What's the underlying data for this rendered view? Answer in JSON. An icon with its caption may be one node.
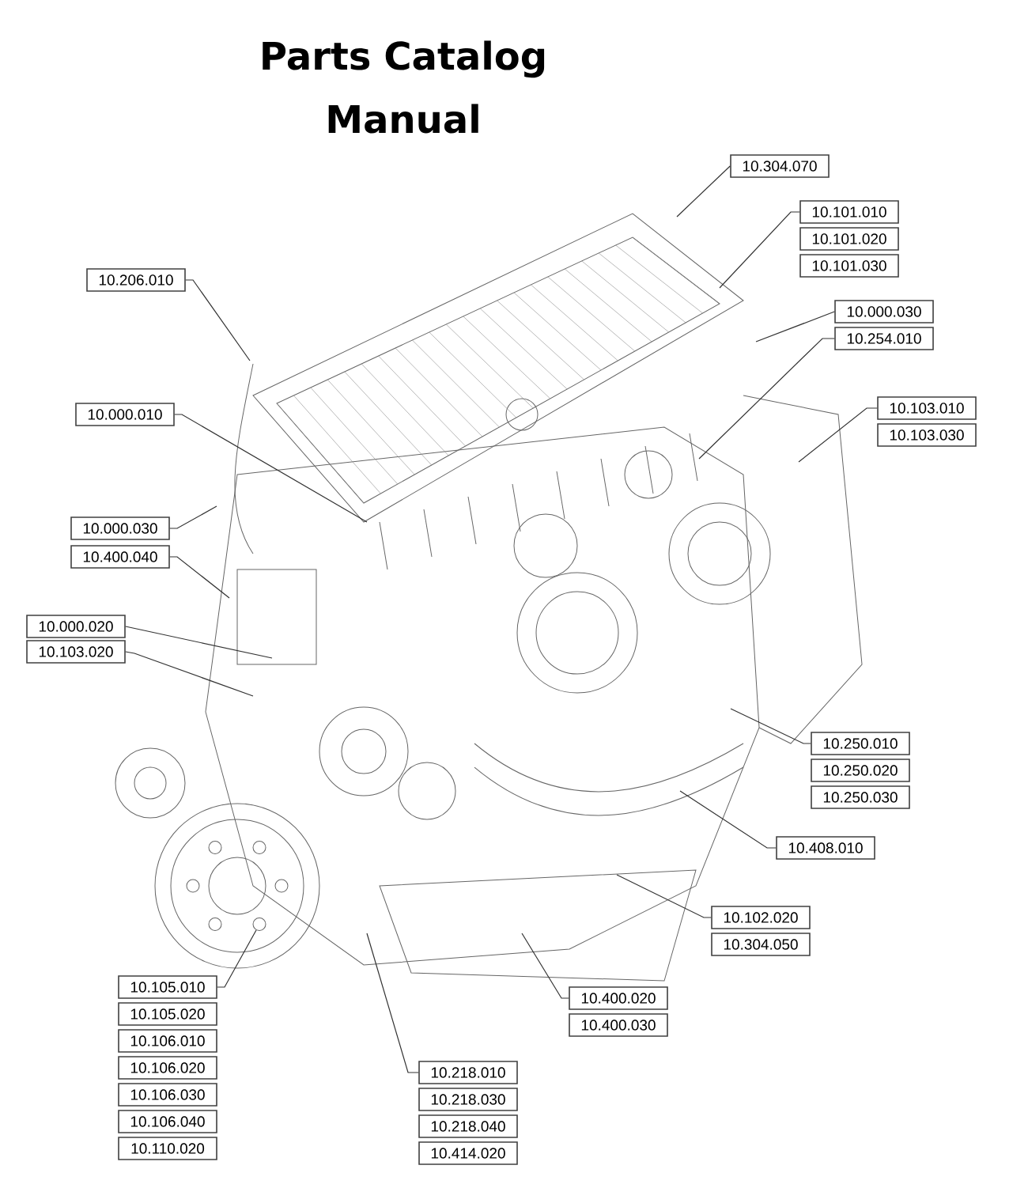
{
  "diagram": {
    "title": "Parts Catalog Manual",
    "nodes": [
      {
        "text": [
          "10.304.070"
        ]
      },
      {
        "text": [
          "10.101.010"
        ]
      },
      {
        "text": [
          "10.101.020"
        ]
      },
      {
        "text": [
          "10.101.030"
        ]
      },
      {
        "text": [
          "10.206.010"
        ]
      },
      {
        "text": [
          "10.000.030"
        ]
      },
      {
        "text": [
          "10.254.010"
        ]
      },
      {
        "text": [
          "10.103.010"
        ]
      },
      {
        "text": [
          "10.103.030"
        ]
      },
      {
        "text": [
          "10.000.010"
        ]
      },
      {
        "text": [
          "10.000.030"
        ]
      },
      {
        "text": [
          "10.400.040"
        ]
      },
      {
        "text": [
          "10.000.020"
        ]
      },
      {
        "text": [
          "10.103.020"
        ]
      },
      {
        "text": [
          "10.250.010"
        ]
      },
      {
        "text": [
          "10.250.020"
        ]
      },
      {
        "text": [
          "10.250.030"
        ]
      },
      {
        "text": [
          "10.408.010"
        ]
      },
      {
        "text": [
          "10.102.020"
        ]
      },
      {
        "text": [
          "10.304.050"
        ]
      },
      {
        "text": [
          "10.105.010"
        ]
      },
      {
        "text": [
          "10.105.020"
        ]
      },
      {
        "text": [
          "10.106.010"
        ]
      },
      {
        "text": [
          "10.106.020"
        ]
      },
      {
        "text": [
          "10.106.030"
        ]
      },
      {
        "text": [
          "10.106.040"
        ]
      },
      {
        "text": [
          "10.110.020"
        ]
      },
      {
        "text": [
          "10.218.010"
        ]
      },
      {
        "text": [
          "10.218.030"
        ]
      },
      {
        "text": [
          "10.218.040"
        ]
      },
      {
        "text": [
          "10.414.020"
        ]
      },
      {
        "text": [
          "10.400.020"
        ]
      },
      {
        "text": [
          "10.400.030"
        ]
      }
    ],
    "edges": [
      {
        "from": 0,
        "to": null,
        "arrow": "none"
      },
      {
        "from": 1,
        "to": null,
        "arrow": "none"
      },
      {
        "from": 5,
        "to": null,
        "arrow": "none"
      },
      {
        "from": 6,
        "to": null,
        "arrow": "none"
      },
      {
        "from": 7,
        "to": null,
        "arrow": "none"
      },
      {
        "from": 4,
        "to": null,
        "arrow": "none"
      },
      {
        "from": 9,
        "to": null,
        "arrow": "none"
      },
      {
        "from": 10,
        "to": null,
        "arrow": "none"
      },
      {
        "from": 11,
        "to": null,
        "arrow": "none"
      },
      {
        "from": 12,
        "to": null,
        "arrow": "none"
      },
      {
        "from": 13,
        "to": null,
        "arrow": "none"
      },
      {
        "from": 14,
        "to": null,
        "arrow": "none"
      },
      {
        "from": 17,
        "to": null,
        "arrow": "none"
      },
      {
        "from": 18,
        "to": null,
        "arrow": "none"
      },
      {
        "from": 20,
        "to": null,
        "arrow": "none"
      },
      {
        "from": 27,
        "to": null,
        "arrow": "none"
      },
      {
        "from": 31,
        "to": null,
        "arrow": "none"
      }
    ]
  }
}
